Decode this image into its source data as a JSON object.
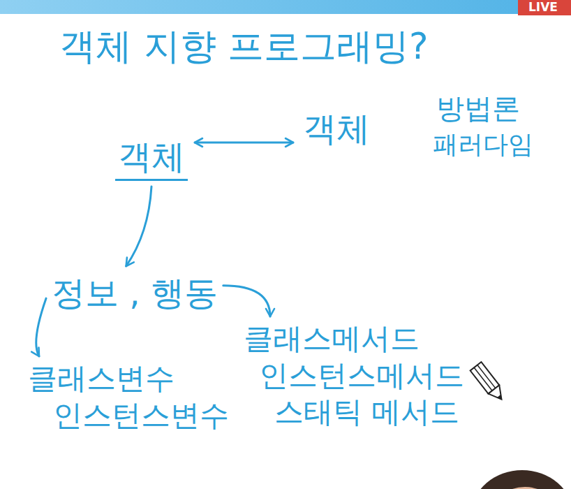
{
  "diagram": {
    "title": "객체 지향 프로그래밍?",
    "nodes": [
      {
        "text": [
          "객체"
        ]
      },
      {
        "text": [
          "객체"
        ]
      },
      {
        "text": [
          "정보 , 행동"
        ]
      },
      {
        "text": [
          "클래스변수",
          "인스턴스변수"
        ]
      },
      {
        "text": [
          "클래스메서드",
          "인스턴스메서드",
          "스태틱 메서드"
        ]
      }
    ],
    "edges": [
      {
        "from": 0,
        "to": 1,
        "arrow": "both"
      },
      {
        "from": 0,
        "to": 2,
        "arrow": "to"
      },
      {
        "from": 2,
        "to": 3,
        "arrow": "to"
      },
      {
        "from": 2,
        "to": 4,
        "arrow": "to"
      }
    ],
    "labels": [
      "방법론",
      "패러다임",
      "LIVE"
    ]
  }
}
